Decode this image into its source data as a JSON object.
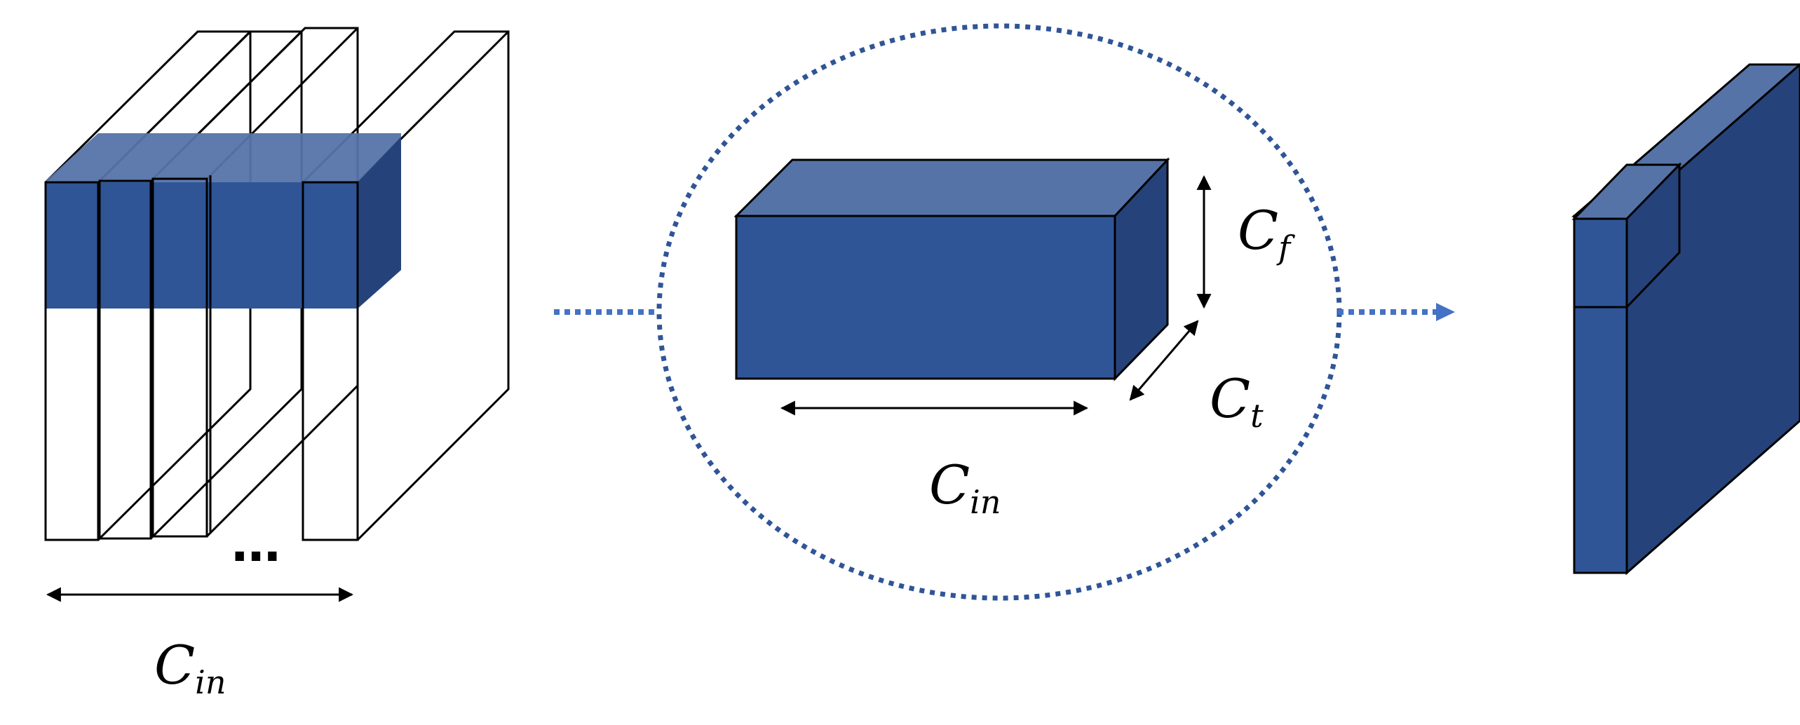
{
  "labels": {
    "left_base": "C",
    "left_sub": "in",
    "ellipsis": "…",
    "center_width_base": "C",
    "center_width_sub": "in",
    "center_height_base": "C",
    "center_height_sub": "f",
    "center_depth_base": "C",
    "center_depth_sub": "t"
  },
  "colors": {
    "front": "#2f5597",
    "top": "#5673a8",
    "side": "#25437a",
    "dotted": "#2f5597",
    "arrow_right": "#4472c4",
    "outline": "#000000"
  }
}
